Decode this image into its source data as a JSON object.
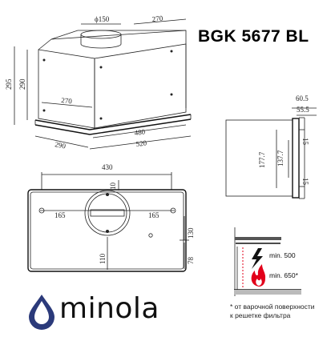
{
  "model": "BGK 5677 BL",
  "brand": "minola",
  "brand_color": "#2b3a7a",
  "accent_color": "#e2001a",
  "note_lines": [
    "* от варочной поверхности",
    "к решетке фильтра"
  ],
  "heights": {
    "electric": "min. 500",
    "gas": "min. 650*"
  },
  "top_view": {
    "d150": "ϕ150",
    "d270": "270",
    "h295": "295",
    "h290": "290",
    "w270": "270",
    "w290": "290",
    "w480": "480",
    "w520": "520"
  },
  "side_view": {
    "d60_5": "60.5",
    "d55_5": "55.5",
    "d15a": "15",
    "d177_7": "177.7",
    "d137_7": "137.7",
    "d15b": "15"
  },
  "bottom_view": {
    "w430": "430",
    "d10": "10",
    "l165": "165",
    "r165": "165",
    "d110": "110",
    "d130": "130",
    "d78": "78"
  },
  "icons": {
    "electric": "lightning-icon",
    "gas": "flame-icon",
    "logo": "drop-logo-icon"
  }
}
